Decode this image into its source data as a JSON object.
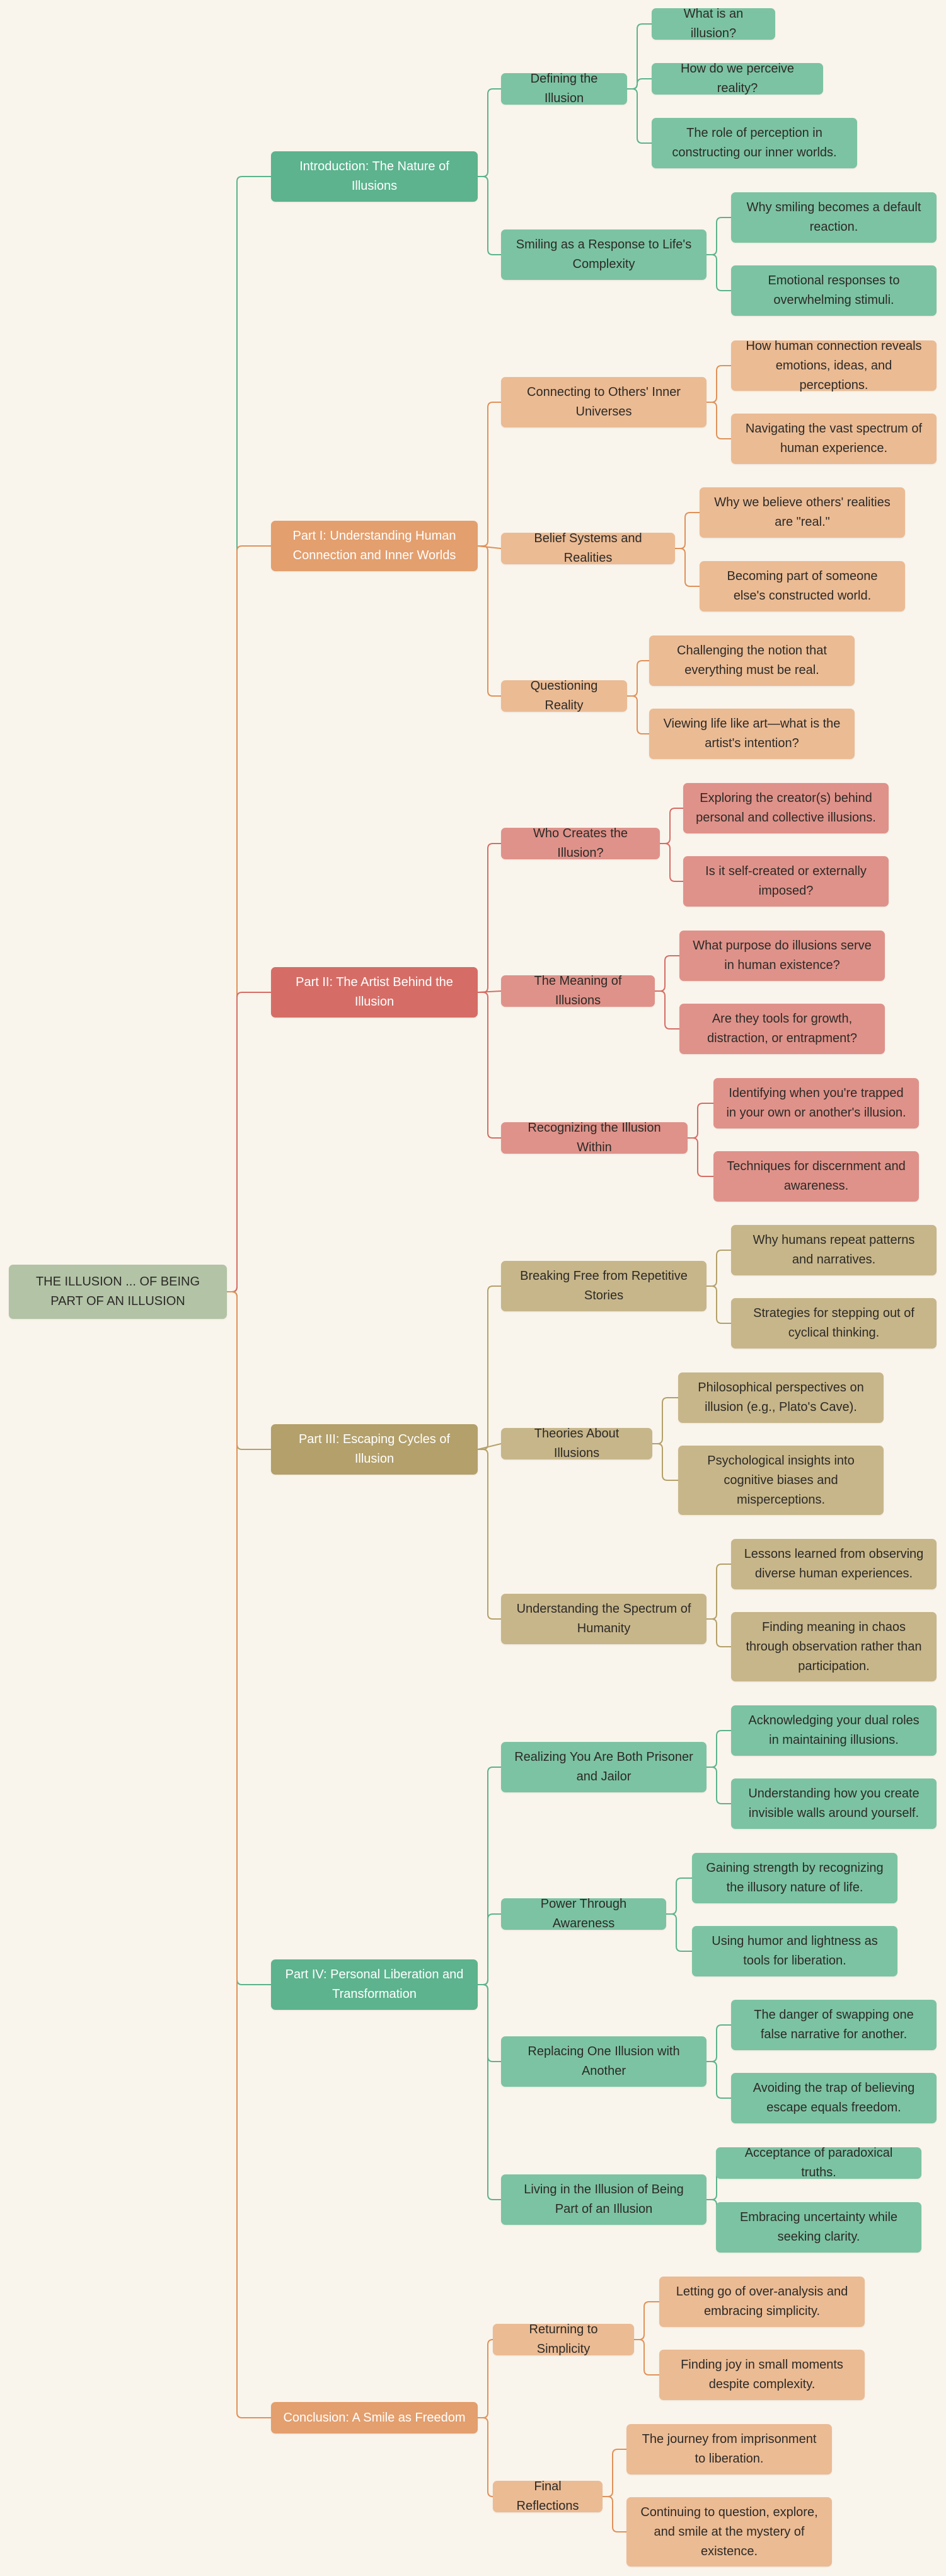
{
  "root": {
    "label": "THE ILLUSION ... OF BEING PART OF AN ILLUSION"
  },
  "colors": {
    "green_line": "#5cb38e",
    "orange_line": "#e0915a",
    "red_line": "#d56d66",
    "khaki_line": "#b3a06a"
  },
  "sections": [
    {
      "label": "Introduction: The Nature of Illusions",
      "topics": [
        {
          "label": "Defining the Illusion",
          "items": [
            "What is an illusion?",
            "How do we perceive reality?",
            "The role of perception in constructing our inner worlds."
          ]
        },
        {
          "label": "Smiling as a Response to Life's Complexity",
          "items": [
            "Why smiling becomes a default reaction.",
            "Emotional responses to overwhelming stimuli."
          ]
        }
      ]
    },
    {
      "label": "Part I: Understanding Human Connection and Inner Worlds",
      "topics": [
        {
          "label": "Connecting to Others' Inner Universes",
          "items": [
            "How human connection reveals emotions, ideas, and perceptions.",
            "Navigating the vast spectrum of human experience."
          ]
        },
        {
          "label": "Belief Systems and Realities",
          "items": [
            "Why we believe others' realities are \"real.\"",
            "Becoming part of someone else's constructed world."
          ]
        },
        {
          "label": "Questioning Reality",
          "items": [
            "Challenging the notion that everything must be real.",
            "Viewing life like art—what is the artist's intention?"
          ]
        }
      ]
    },
    {
      "label": "Part II: The Artist Behind the Illusion",
      "topics": [
        {
          "label": "Who Creates the Illusion?",
          "items": [
            "Exploring the creator(s) behind personal and collective illusions.",
            "Is it self-created or externally imposed?"
          ]
        },
        {
          "label": "The Meaning of Illusions",
          "items": [
            "What purpose do illusions serve in human existence?",
            "Are they tools for growth, distraction, or entrapment?"
          ]
        },
        {
          "label": "Recognizing the Illusion Within",
          "items": [
            "Identifying when you're trapped in your own or another's illusion.",
            "Techniques for discernment and awareness."
          ]
        }
      ]
    },
    {
      "label": "Part III: Escaping Cycles of Illusion",
      "topics": [
        {
          "label": "Breaking Free from Repetitive Stories",
          "items": [
            "Why humans repeat patterns and narratives.",
            "Strategies for stepping out of cyclical thinking."
          ]
        },
        {
          "label": "Theories About Illusions",
          "items": [
            "Philosophical perspectives on illusion (e.g., Plato's Cave).",
            "Psychological insights into cognitive biases and misperceptions."
          ]
        },
        {
          "label": "Understanding the Spectrum of Humanity",
          "items": [
            "Lessons learned from observing diverse human experiences.",
            "Finding meaning in chaos through observation rather than participation."
          ]
        }
      ]
    },
    {
      "label": "Part IV: Personal Liberation and Transformation",
      "topics": [
        {
          "label": "Realizing You Are Both Prisoner and Jailor",
          "items": [
            "Acknowledging your dual roles in maintaining illusions.",
            "Understanding how you create invisible walls around yourself."
          ]
        },
        {
          "label": "Power Through Awareness",
          "items": [
            "Gaining strength by recognizing the illusory nature of life.",
            "Using humor and lightness as tools for liberation."
          ]
        },
        {
          "label": "Replacing One Illusion with Another",
          "items": [
            "The danger of swapping one false narrative for another.",
            "Avoiding the trap of believing escape equals freedom."
          ]
        },
        {
          "label": "Living in the Illusion of Being Part of an Illusion",
          "items": [
            "Acceptance of paradoxical truths.",
            "Embracing uncertainty while seeking clarity."
          ]
        }
      ]
    },
    {
      "label": "Conclusion: A Smile as Freedom",
      "topics": [
        {
          "label": "Returning to Simplicity",
          "items": [
            "Letting go of over-analysis and embracing simplicity.",
            "Finding joy in small moments despite complexity."
          ]
        },
        {
          "label": "Final Reflections",
          "items": [
            "The journey from imprisonment to liberation.",
            "Continuing to question, explore, and smile at the mystery of existence."
          ]
        }
      ]
    }
  ]
}
